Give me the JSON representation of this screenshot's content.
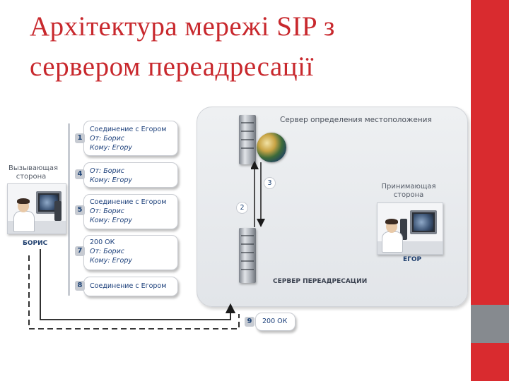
{
  "title": {
    "line1": "Архітектура мережі SIP з",
    "line2": "сервером переадресації"
  },
  "messages": [
    {
      "num": "1",
      "lines": [
        "Соединение с Егором",
        "От: Борис",
        "Кому: Егору"
      ]
    },
    {
      "num": "4",
      "lines": [
        "От: Борис",
        "Кому: Егору"
      ]
    },
    {
      "num": "5",
      "lines": [
        "Соединение с Егором",
        "От: Борис",
        "Кому: Егору"
      ]
    },
    {
      "num": "7",
      "lines": [
        "200 ОК",
        "От: Борис",
        "Кому: Егору"
      ]
    },
    {
      "num": "8",
      "lines": [
        "Соединение с Егором"
      ]
    }
  ],
  "caller": {
    "label_line1": "Вызывающая",
    "label_line2": "сторона",
    "name": "БОРИС"
  },
  "callee": {
    "label_line1": "Принимающая",
    "label_line2": "сторона",
    "name": "ЕГОР"
  },
  "location_server": {
    "label": "Сервер определения местоположения"
  },
  "redirect_server": {
    "label": "СЕРВЕР ПЕРЕАДРЕСАЦИИ"
  },
  "steps": {
    "two": "2",
    "three": "3",
    "nine": "9"
  },
  "final_message": {
    "label": "200 ОК"
  },
  "icons": [
    "location-server-icon",
    "globe-icon",
    "redirect-server-icon",
    "caller-workstation-icon",
    "callee-workstation-icon"
  ],
  "colors": {
    "title": "#c8282d",
    "accent_red": "#d92b2f",
    "accent_gray": "#868a8f",
    "panel": "#e8eaed",
    "text_blue": "#1b3f7a",
    "arrow": "#1a1a1a"
  }
}
